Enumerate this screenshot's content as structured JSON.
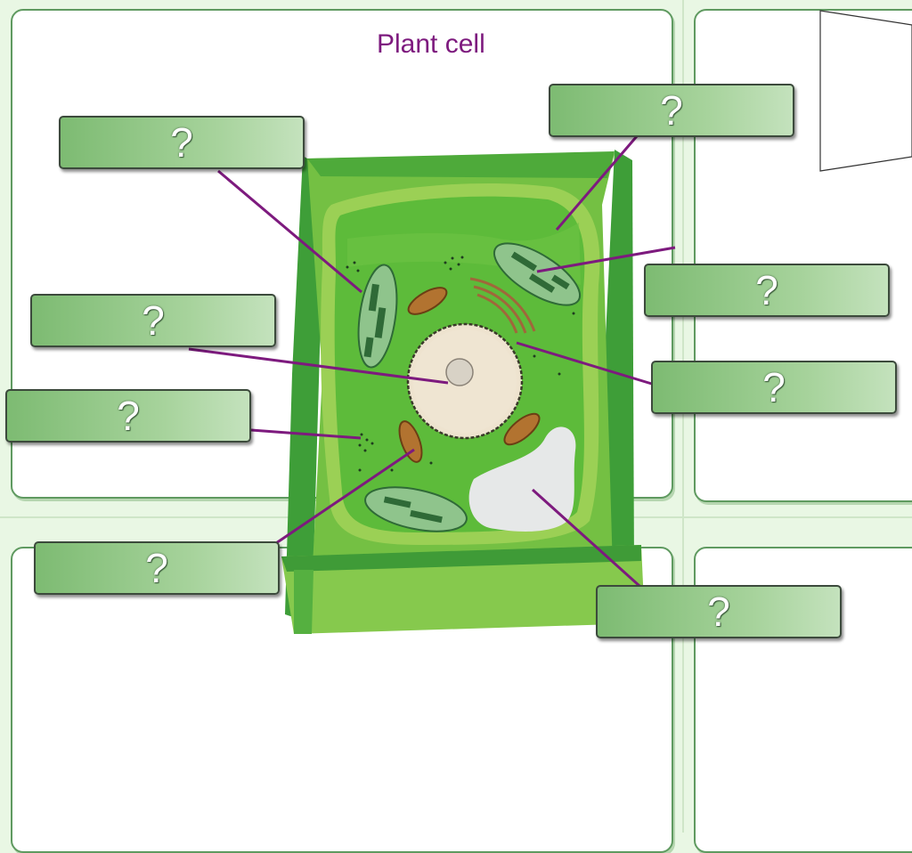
{
  "diagram": {
    "title": "Plant cell",
    "labels": [
      {
        "id": "cell-wall",
        "text": "?"
      },
      {
        "id": "chloroplast",
        "text": "?"
      },
      {
        "id": "nucleolus",
        "text": "?"
      },
      {
        "id": "ribosomes",
        "text": "?"
      },
      {
        "id": "mitochondrion",
        "text": "?"
      },
      {
        "id": "cell-membrane",
        "text": "?"
      },
      {
        "id": "chloroplast-right",
        "text": "?"
      },
      {
        "id": "nucleus",
        "text": "?"
      },
      {
        "id": "vacuole",
        "text": "?"
      }
    ]
  },
  "colors": {
    "leader_line": "#7d1a7e",
    "cell_wall": "#6fbf3f",
    "cytoplasm": "#5cb83a",
    "nucleus": "#eee3cf",
    "vacuole": "#e3e6e6",
    "label_box": "#9ccf91"
  }
}
